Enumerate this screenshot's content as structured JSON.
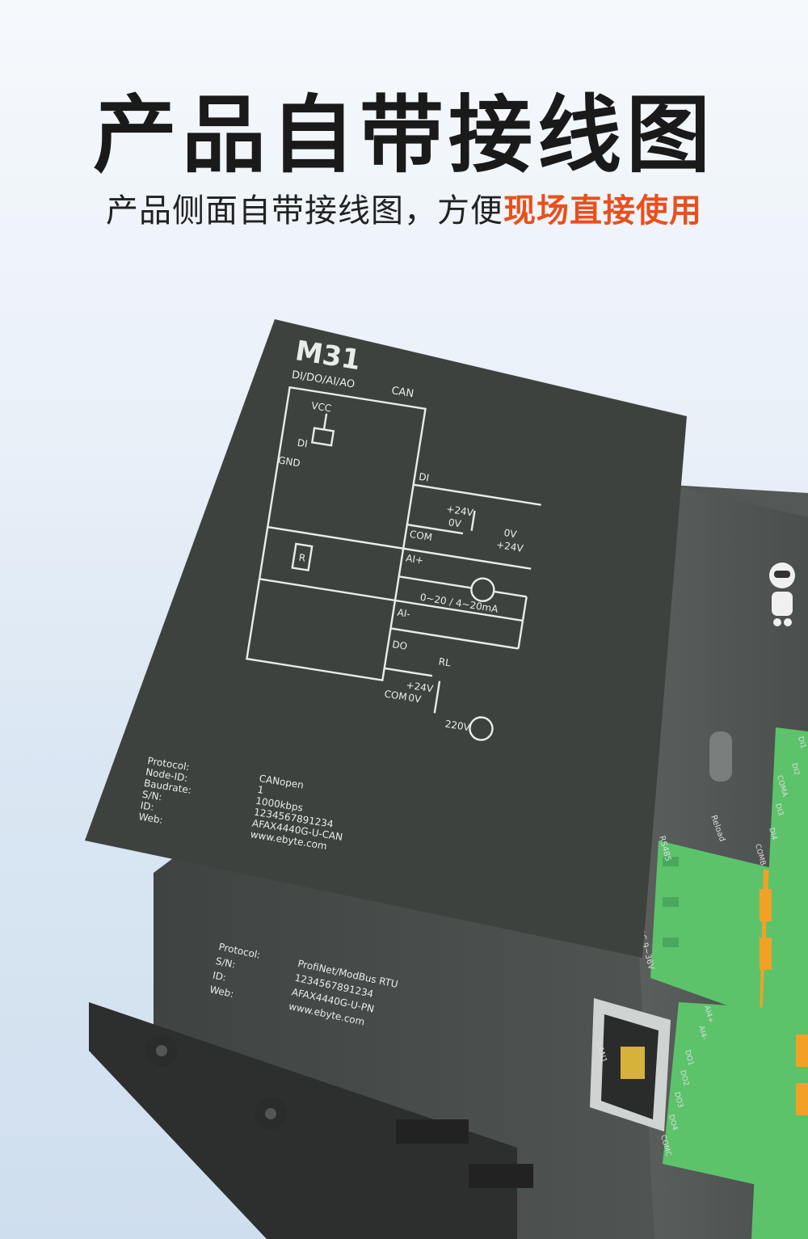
{
  "header": {
    "title": "产品自带接线图",
    "subtitle_prefix": "产品侧面自带接线图，方便",
    "subtitle_highlight": "现场直接使用"
  },
  "colors": {
    "accent": "#e8501c",
    "device_body": "#4b4f4d",
    "label_panel": "#3e423f",
    "terminal_green": "#5cc36b",
    "terminal_orange": "#f2a126"
  },
  "label_panel": {
    "model": "M31",
    "model_sub": "DI/DO/AI/AO",
    "bus": "CAN",
    "diagram_labels": {
      "vcc": "VCC",
      "di_left": "DI",
      "gnd": "GND",
      "di": "DI",
      "com": "COM",
      "p24v_a": "+24V",
      "zero_v_a": "0V",
      "zero_v_b": "0V",
      "p24v_b": "+24V",
      "ai_plus": "AI+",
      "r": "R",
      "current_range": "0~20 / 4~20mA",
      "ai_minus": "AI-",
      "do": "DO",
      "rl": "RL",
      "p24v_c": "+24V",
      "zero_v_c": "0V",
      "ac": "220V",
      "com2": "COM"
    },
    "info_keys": [
      "Protocol:",
      "Node-ID:",
      "Baudrate:",
      "S/N:",
      "ID:",
      "Web:"
    ],
    "info_values": [
      "CANopen",
      "1",
      "1000kbps",
      "1234567891234",
      "AFAX4440G-U-CAN",
      "www.ebyte.com"
    ]
  },
  "device_label": {
    "info_keys": [
      "Protocol:",
      "S/N:",
      "ID:",
      "Web:"
    ],
    "info_values": [
      "ProfiNet/ModBus RTU",
      "1234567891234",
      "AFAX4440G-U-PN",
      "www.ebyte.com"
    ]
  },
  "device_front": {
    "rs485": "RS485",
    "power": "DC 9~36V",
    "lan": "LAN1",
    "reload": "Reload",
    "terminals_top": [
      "DI1",
      "DI2",
      "COMA",
      "DI3",
      "DI4",
      "COMB"
    ],
    "terminals_bottom": [
      "AI4+",
      "AI4-",
      "DO1",
      "DO2",
      "DO3",
      "DO4",
      "COMC"
    ]
  }
}
